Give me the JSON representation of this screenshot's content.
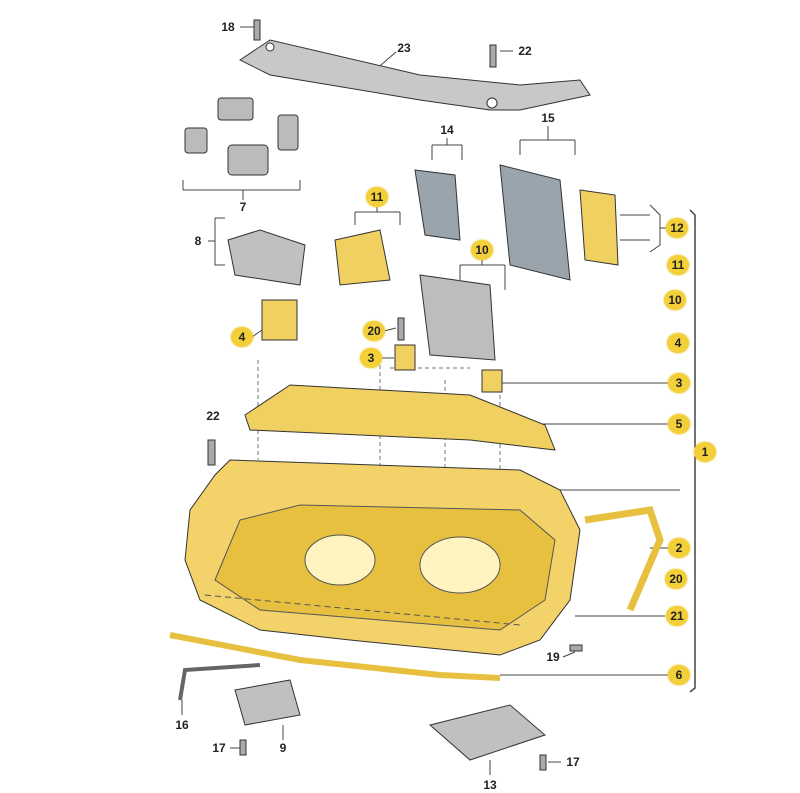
{
  "diagram": {
    "title": "Headlamp assembly exploded parts view",
    "highlight_color": "#f3cf3a",
    "part_color": "#f0d060",
    "grey_part_color": "#b8b8b8",
    "callouts": [
      {
        "id": "c18",
        "text": "18",
        "highlighted": false
      },
      {
        "id": "c23",
        "text": "23",
        "highlighted": false
      },
      {
        "id": "c22a",
        "text": "22",
        "highlighted": false
      },
      {
        "id": "c7",
        "text": "7",
        "highlighted": false
      },
      {
        "id": "c14",
        "text": "14",
        "highlighted": false
      },
      {
        "id": "c15",
        "text": "15",
        "highlighted": false
      },
      {
        "id": "c11a",
        "text": "11",
        "highlighted": true
      },
      {
        "id": "c8",
        "text": "8",
        "highlighted": false
      },
      {
        "id": "c12",
        "text": "12",
        "highlighted": true
      },
      {
        "id": "c11b",
        "text": "11",
        "highlighted": true
      },
      {
        "id": "c10a",
        "text": "10",
        "highlighted": true
      },
      {
        "id": "c10b",
        "text": "10",
        "highlighted": true
      },
      {
        "id": "c4a",
        "text": "4",
        "highlighted": true
      },
      {
        "id": "c4b",
        "text": "4",
        "highlighted": true
      },
      {
        "id": "c20a",
        "text": "20",
        "highlighted": true
      },
      {
        "id": "c3a",
        "text": "3",
        "highlighted": true
      },
      {
        "id": "c3b",
        "text": "3",
        "highlighted": true
      },
      {
        "id": "c5",
        "text": "5",
        "highlighted": true
      },
      {
        "id": "c22b",
        "text": "22",
        "highlighted": false
      },
      {
        "id": "c1",
        "text": "1",
        "highlighted": true
      },
      {
        "id": "c2",
        "text": "2",
        "highlighted": true
      },
      {
        "id": "c20b",
        "text": "20",
        "highlighted": true
      },
      {
        "id": "c21",
        "text": "21",
        "highlighted": true
      },
      {
        "id": "c19",
        "text": "19",
        "highlighted": false
      },
      {
        "id": "c6",
        "text": "6",
        "highlighted": true
      },
      {
        "id": "c16",
        "text": "16",
        "highlighted": false
      },
      {
        "id": "c17a",
        "text": "17",
        "highlighted": false
      },
      {
        "id": "c9",
        "text": "9",
        "highlighted": false
      },
      {
        "id": "c13",
        "text": "13",
        "highlighted": false
      },
      {
        "id": "c17b",
        "text": "17",
        "highlighted": false
      }
    ]
  }
}
